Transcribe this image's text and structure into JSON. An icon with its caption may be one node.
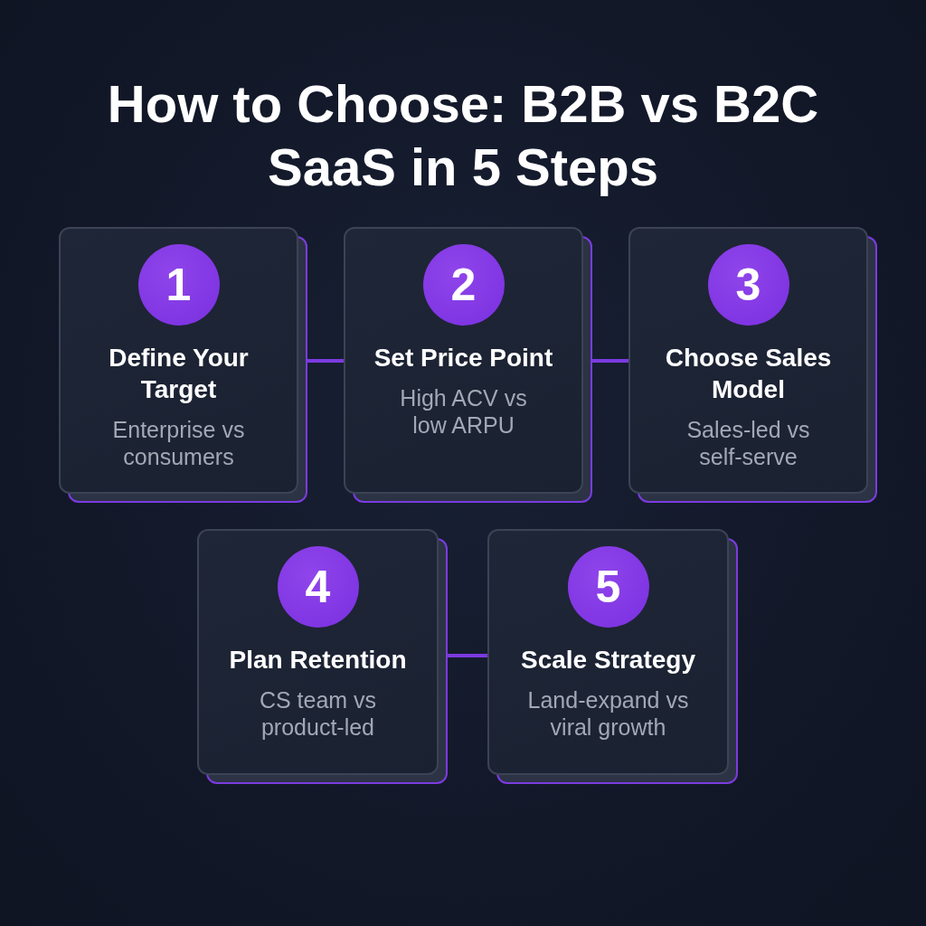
{
  "diagram": {
    "title": "How to Choose: B2B vs B2C SaaS in 5 Steps",
    "nodes": [
      {
        "text": [
          "Define Your Target",
          "Enterprise vs consumers"
        ]
      },
      {
        "text": [
          "1"
        ],
        "in": 0
      },
      {
        "text": [
          "Set Price Point",
          "High ACV vs low ARPU"
        ]
      },
      {
        "text": [
          "2"
        ],
        "in": 2
      },
      {
        "text": [
          "Choose Sales Model",
          "Sales-led vs self-serve"
        ]
      },
      {
        "text": [
          "3"
        ],
        "in": 4
      },
      {
        "text": [
          "Plan Retention",
          "CS team vs product-led"
        ]
      },
      {
        "text": [
          "4"
        ],
        "in": 6
      },
      {
        "text": [
          "Scale Strategy",
          "Land-expand vs viral growth"
        ]
      },
      {
        "text": [
          "5"
        ],
        "in": 8
      }
    ],
    "edges": [
      {
        "from": 0,
        "to": 2,
        "arrow": "none"
      },
      {
        "from": 2,
        "to": 4,
        "arrow": "none"
      },
      {
        "from": 6,
        "to": 8,
        "arrow": "none"
      }
    ]
  }
}
